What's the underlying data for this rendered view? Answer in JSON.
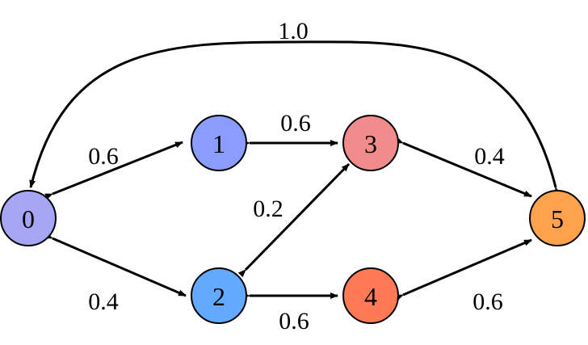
{
  "nodes": [
    {
      "id": "0",
      "label": "0",
      "color": "#a6a6f5"
    },
    {
      "id": "1",
      "label": "1",
      "color": "#8b9cff"
    },
    {
      "id": "2",
      "label": "2",
      "color": "#63a9ff"
    },
    {
      "id": "3",
      "label": "3",
      "color": "#f28b8b"
    },
    {
      "id": "4",
      "label": "4",
      "color": "#ff7a55"
    },
    {
      "id": "5",
      "label": "5",
      "color": "#ffa24d"
    }
  ],
  "edges": [
    {
      "from": "0",
      "to": "1",
      "label": "0.6"
    },
    {
      "from": "0",
      "to": "2",
      "label": "0.4"
    },
    {
      "from": "1",
      "to": "3",
      "label": "0.6"
    },
    {
      "from": "2",
      "to": "3",
      "label": "0.2"
    },
    {
      "from": "2",
      "to": "4",
      "label": "0.6"
    },
    {
      "from": "3",
      "to": "5",
      "label": "0.4"
    },
    {
      "from": "4",
      "to": "5",
      "label": "0.6"
    },
    {
      "from": "5",
      "to": "0",
      "label": "1.0"
    }
  ]
}
